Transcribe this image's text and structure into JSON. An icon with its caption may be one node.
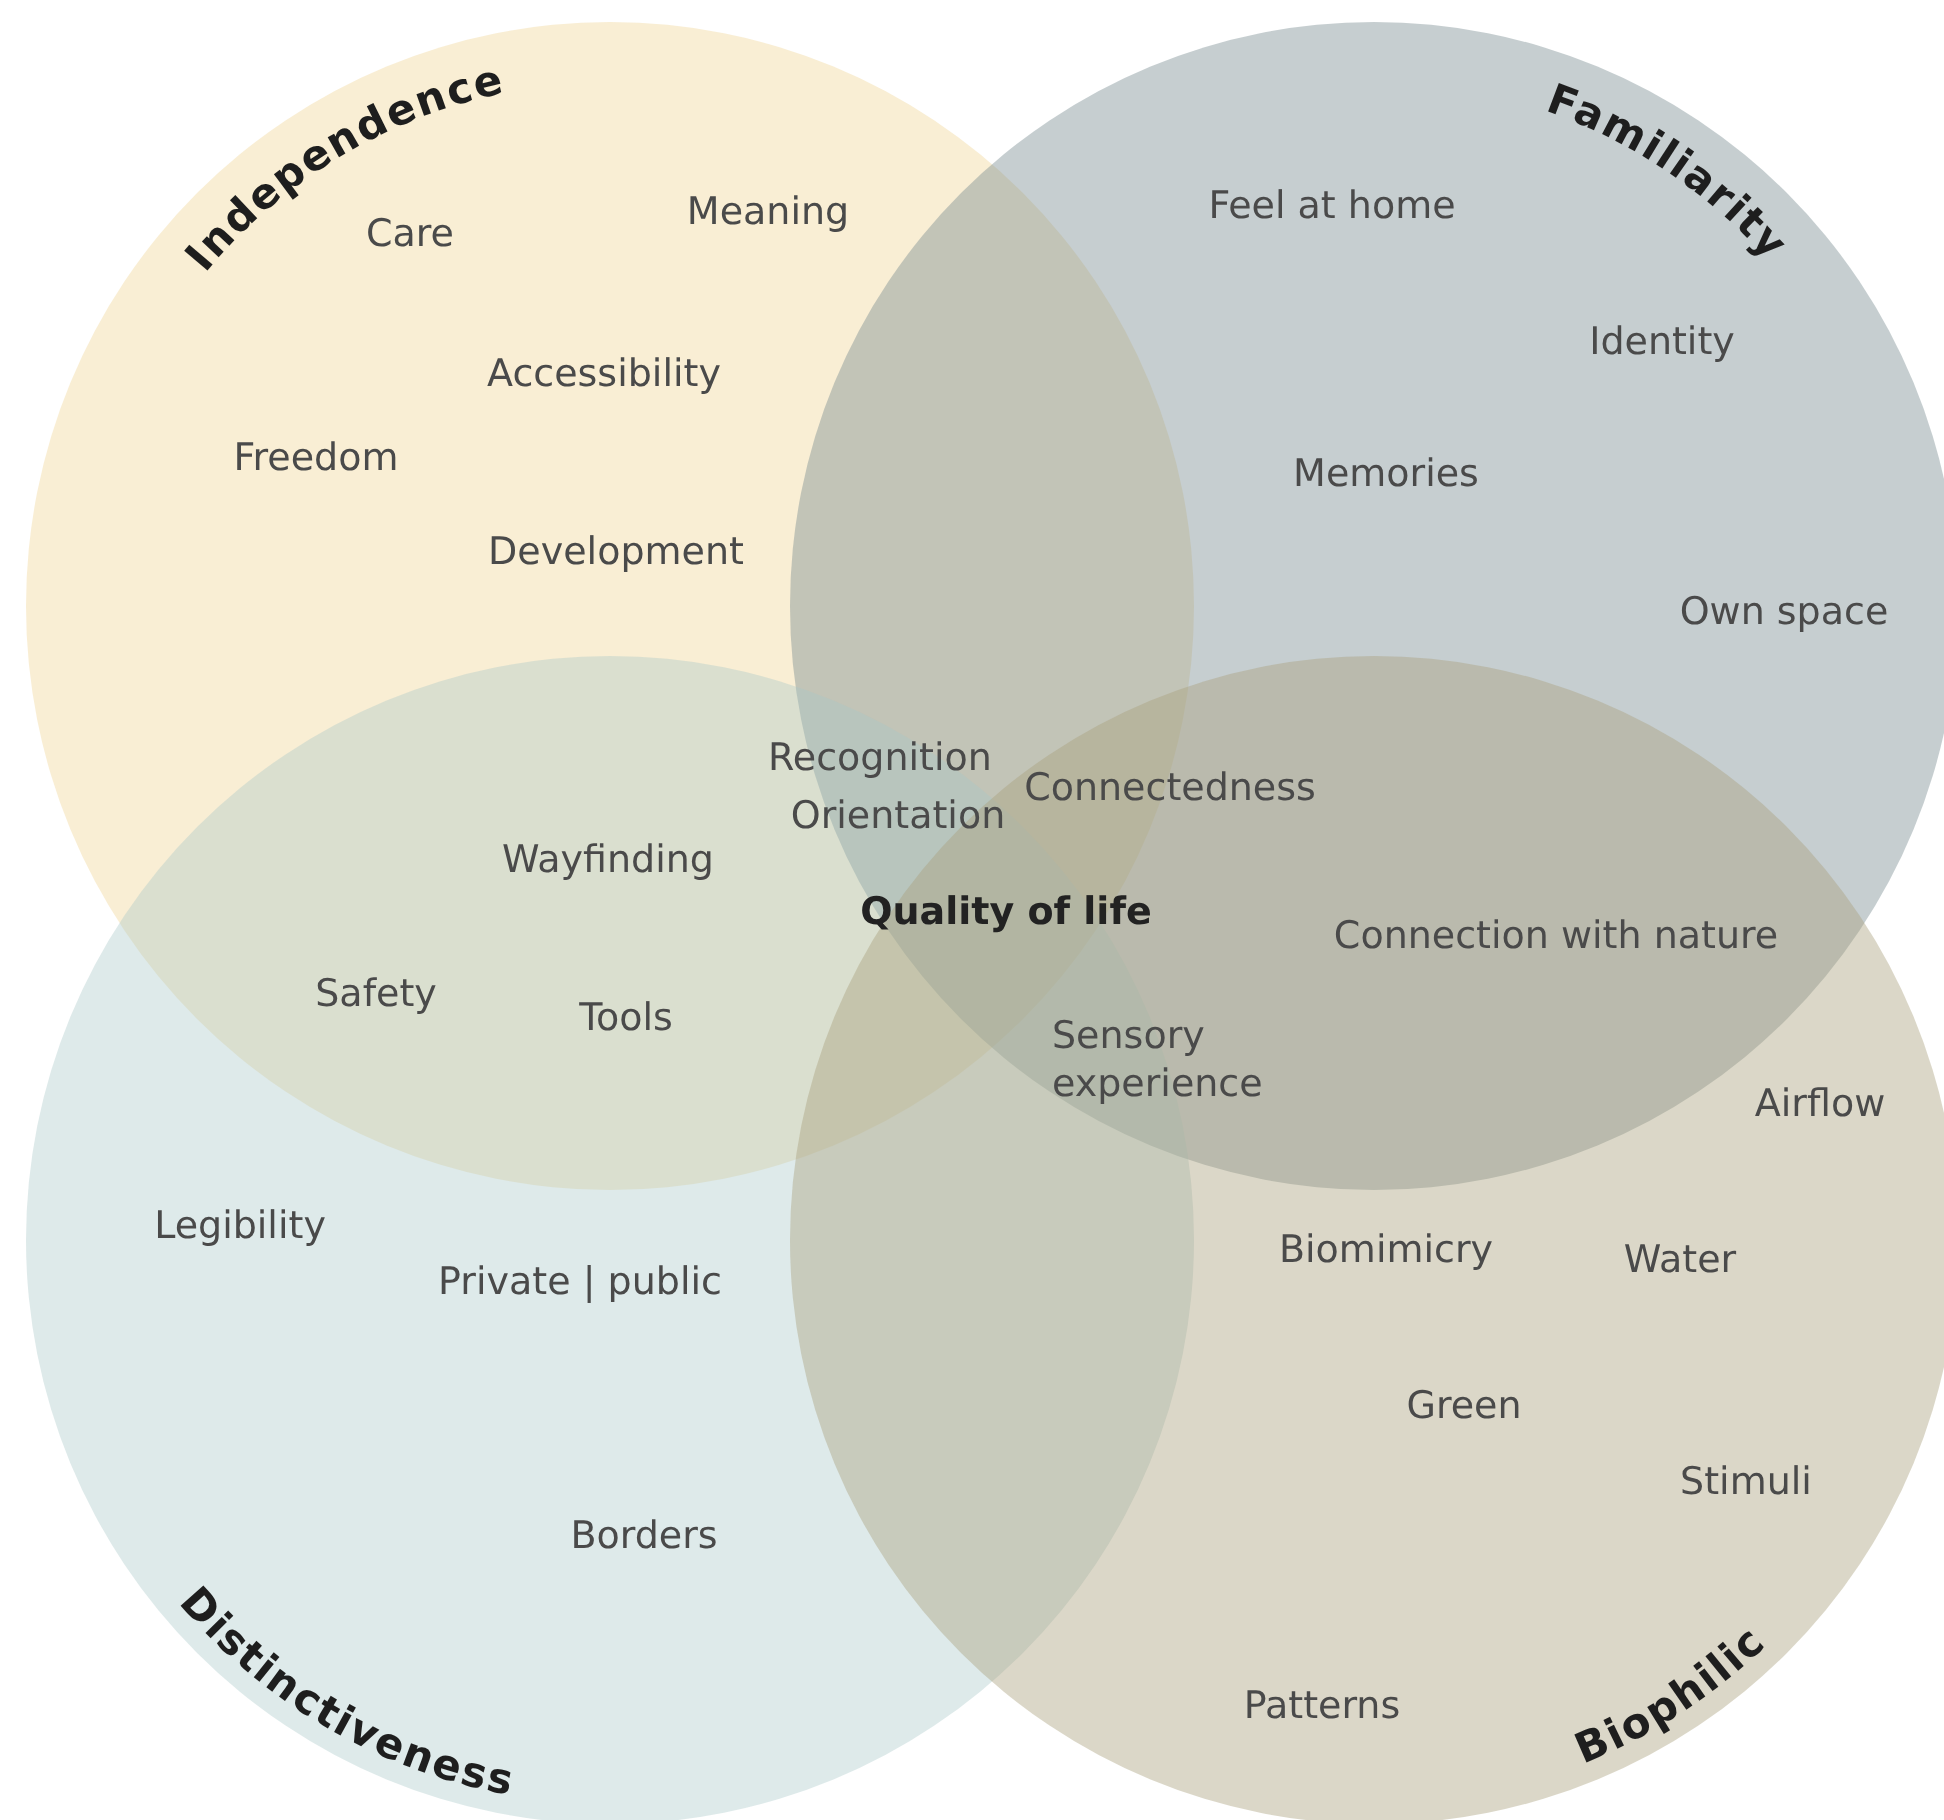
{
  "diagram": {
    "nodes": [
      {
        "text": [
          "Independence"
        ]
      },
      {
        "text": [
          "Familiarity"
        ]
      },
      {
        "text": [
          "Distinctiveness"
        ]
      },
      {
        "text": [
          "Biophilic"
        ]
      }
    ],
    "edges": [],
    "labels": [
      "Feel at home",
      "Meaning",
      "Care",
      "Identity",
      "Accessibility",
      "Freedom",
      "Memories",
      "Development",
      "Own space",
      "Recognition",
      "Connectedness",
      "Orientation",
      "Wayfinding",
      "Quality of life",
      "Connection with nature",
      "Safety",
      "Tools",
      "Sensory experience",
      "Airflow",
      "Legibility",
      "Biomimicry",
      "Water",
      "Private | public",
      "Green",
      "Stimuli",
      "Borders",
      "Patterns"
    ]
  }
}
